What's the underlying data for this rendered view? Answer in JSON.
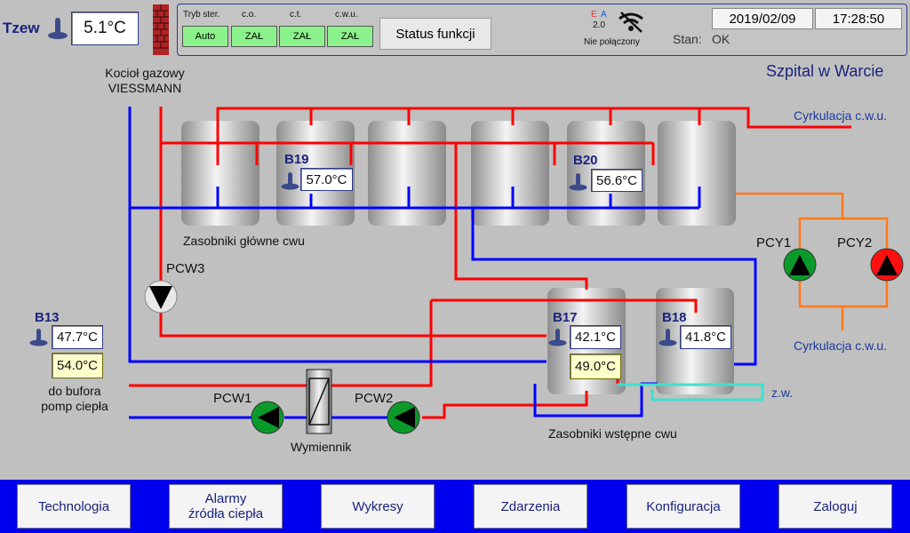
{
  "outdoor": {
    "label": "Tzew",
    "value": "5.1°C"
  },
  "boiler": {
    "label": "Kocioł gazowy\nVIESSMANN"
  },
  "mode_panel": {
    "tryb_label": "Tryb ster.",
    "co_label": "c.o.",
    "ct_label": "c.t.",
    "cwu_label": "c.w.u.",
    "tryb_value": "Auto",
    "co_value": "ZAŁ",
    "ct_value": "ZAŁ",
    "cwu_value": "ZAŁ",
    "status_button": "Status funkcji"
  },
  "connection": {
    "e": "E",
    "a": "A",
    "version": "2.0",
    "status": "Nie połączony",
    "icon": "wifi-off-icon"
  },
  "date": "2019/02/09",
  "time": "17:28:50",
  "stan": {
    "label": "Stan:",
    "value": "OK"
  },
  "site_title": "Szpital w Warcie",
  "sensors": {
    "b19": {
      "label": "B19",
      "value": "57.0°C"
    },
    "b20": {
      "label": "B20",
      "value": "56.6°C"
    },
    "b13": {
      "label": "B13",
      "value": "47.7°C",
      "setpoint": "54.0°C"
    },
    "b17": {
      "label": "B17",
      "value": "42.1°C",
      "setpoint": "49.0°C"
    },
    "b18": {
      "label": "B18",
      "value": "41.8°C"
    }
  },
  "labels": {
    "main_tanks": "Zasobniki główne cwu",
    "pre_tanks": "Zasobniki wstępne cwu",
    "circ_top": "Cyrkulacja c.w.u.",
    "circ_bottom": "Cyrkulacja c.w.u.",
    "pcy1": "PCY1",
    "pcy2": "PCY2",
    "pcw3": "PCW3",
    "pcw1": "PCW1",
    "pcw2": "PCW2",
    "exchanger": "Wymiennik",
    "buffer": "do bufora\npomp ciepła",
    "zw": "z.w."
  },
  "nav": {
    "technologia": "Technologia",
    "alarmy": "Alarmy\nźródła ciepła",
    "wykresy": "Wykresy",
    "zdarzenia": "Zdarzenia",
    "konfiguracja": "Konfiguracja",
    "zaloguj": "Zaloguj"
  },
  "colors": {
    "supply": "#ff0000",
    "return": "#0000ff",
    "circulation": "#ff7a1a",
    "cold_water": "#40e0d0",
    "pump_on": "#00a000",
    "pump_fault": "#ff0000"
  }
}
